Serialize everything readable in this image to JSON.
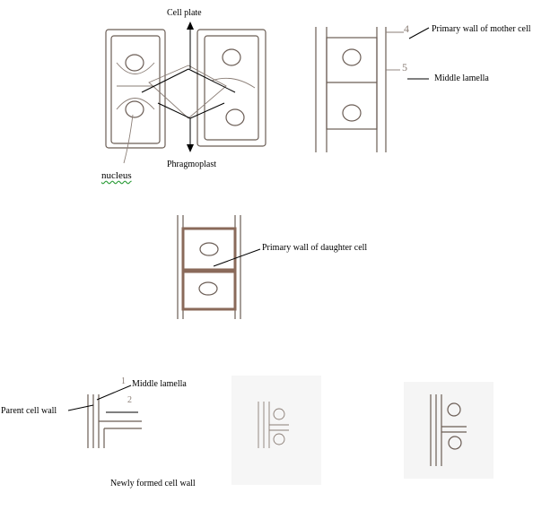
{
  "labels": {
    "cell_plate": "Cell plate",
    "phragmoplast": "Phragmoplast",
    "nucleus": "nucleus",
    "primary_wall_mother": "Primary wall of mother cell",
    "middle_lamella_top": "Middle lamella",
    "primary_wall_daughter": "Primary wall of daughter cell",
    "middle_lamella_bottom": "Middle lamella",
    "parent_cell_wall": "Parent cell wall",
    "newly_formed_wall": "Newly formed cell wall"
  },
  "sketch_marks": {
    "num_4": "4",
    "num_5": "5",
    "num_1": "1",
    "num_2": "2"
  }
}
